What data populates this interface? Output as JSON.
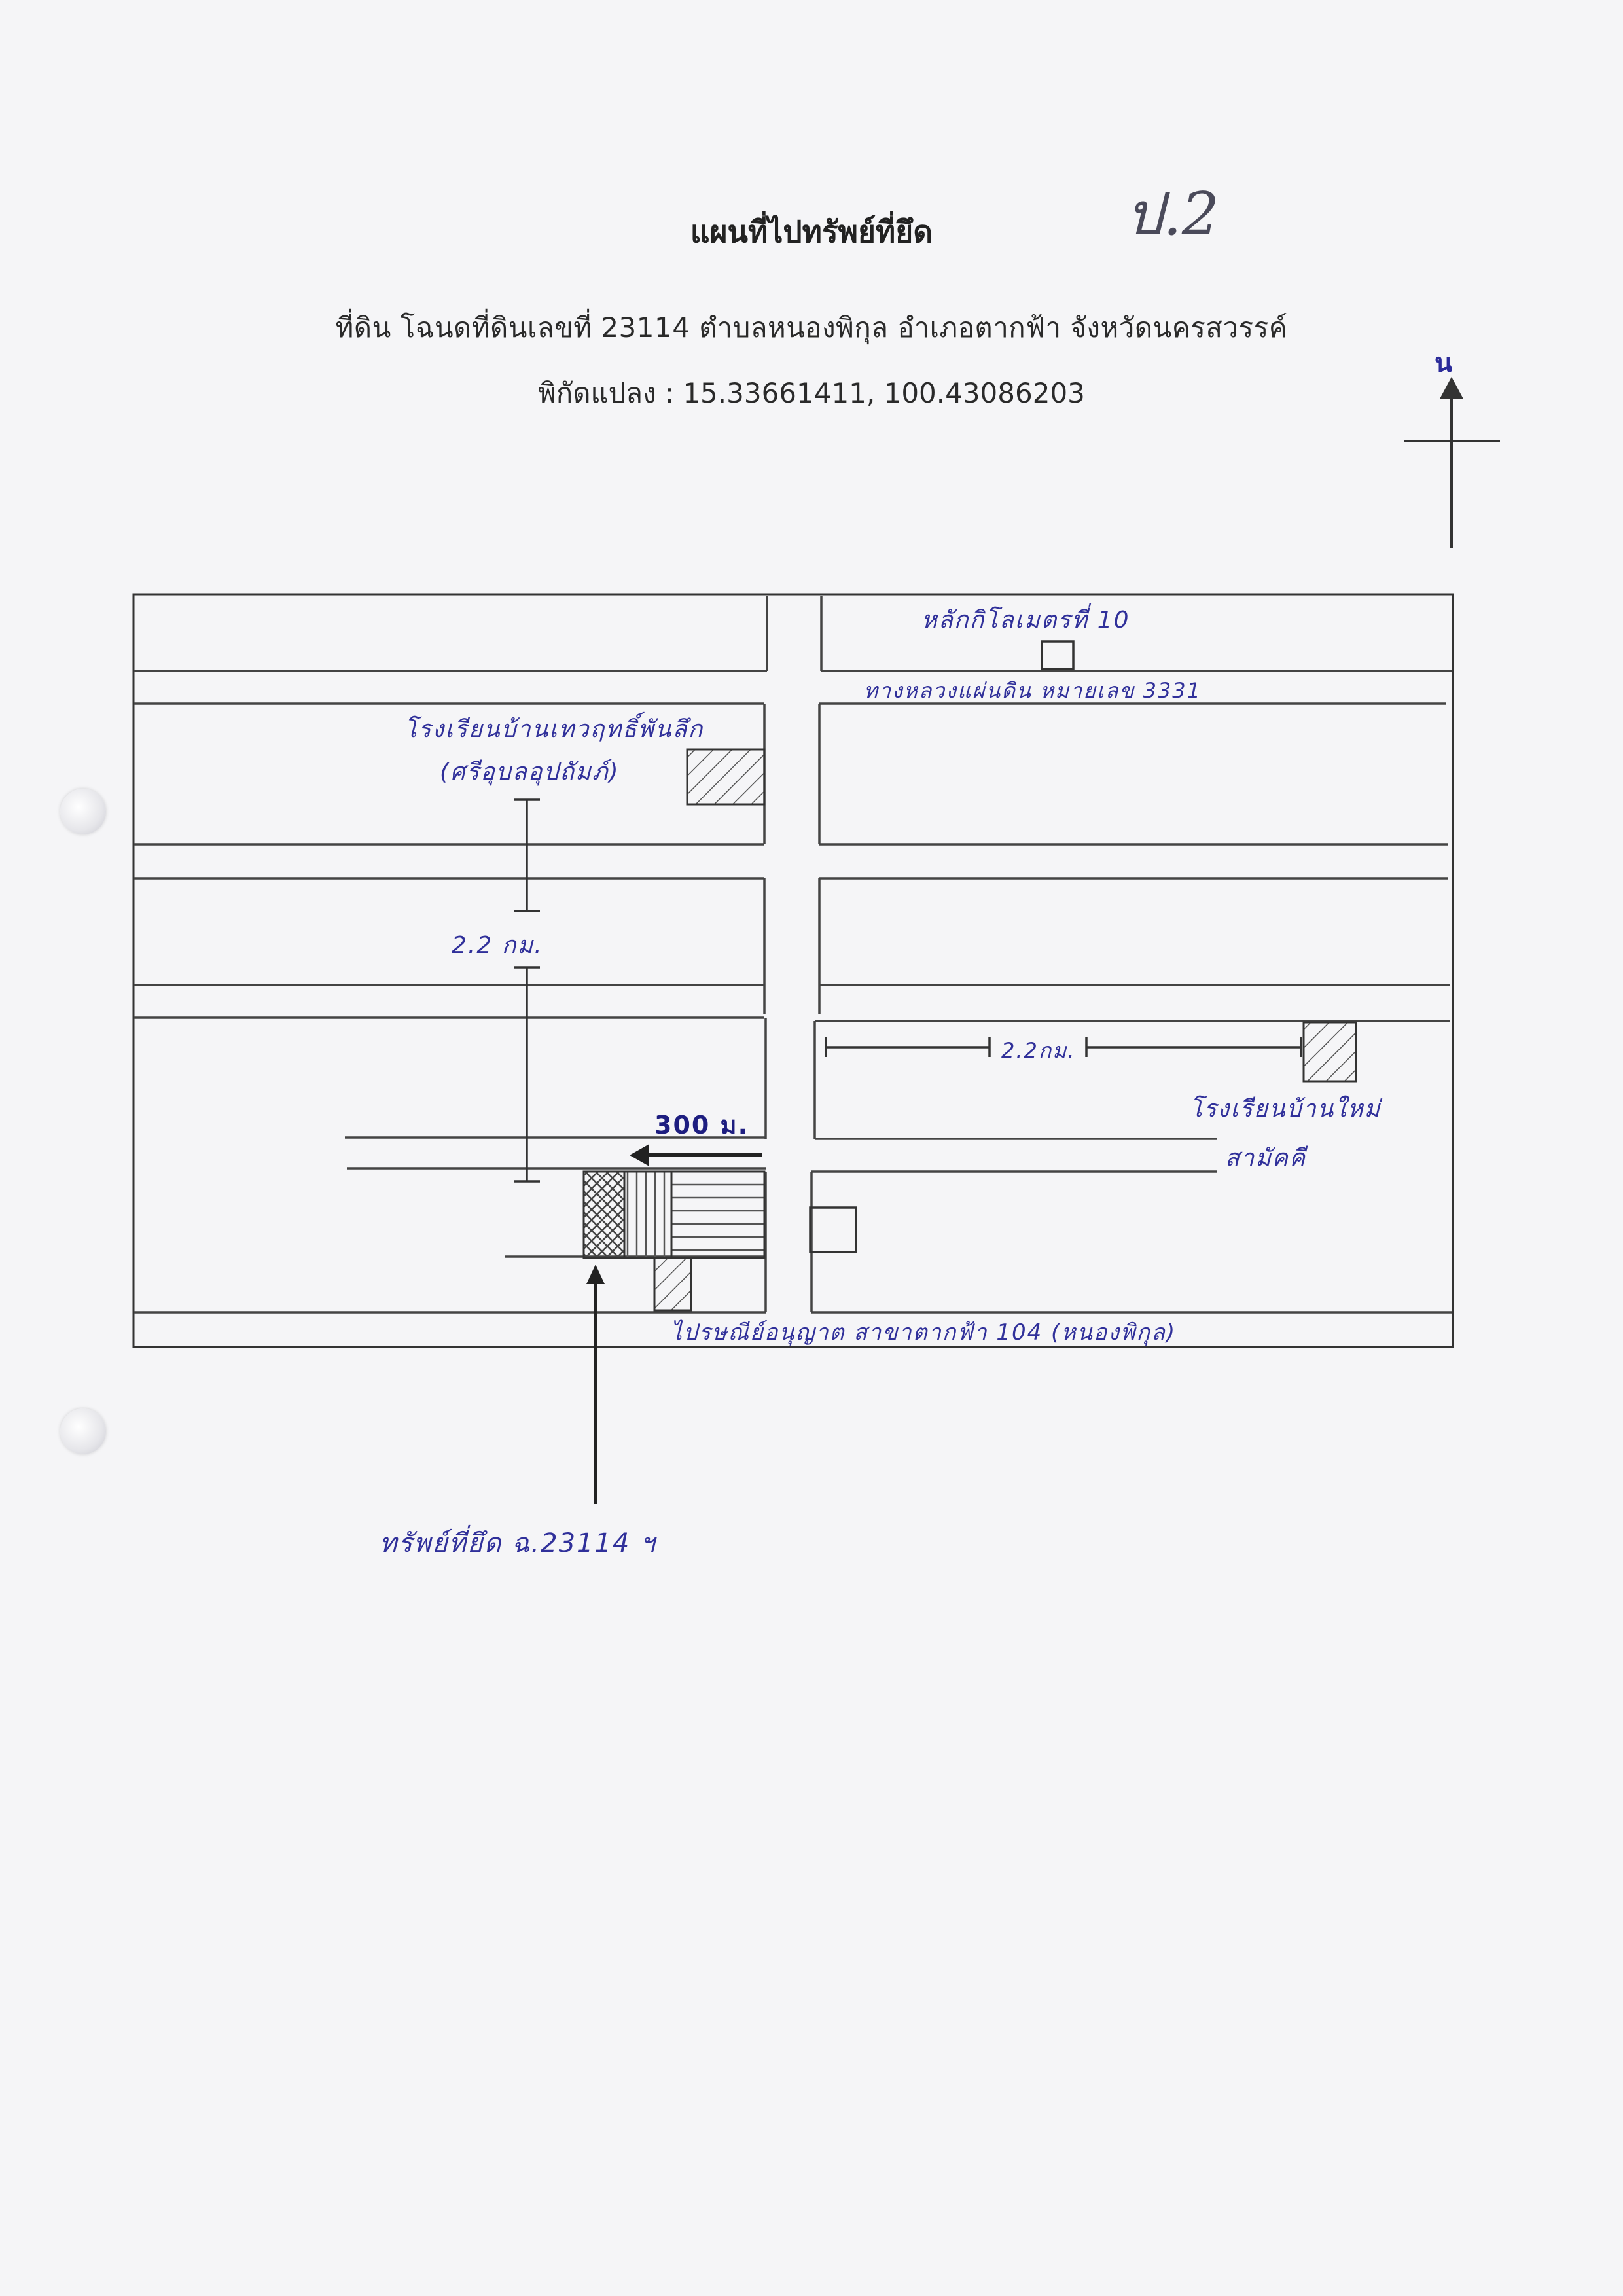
{
  "document": {
    "title": "แผนที่ไปทรัพย์ที่ยึด",
    "subtitle": "ที่ดิน โฉนดที่ดินเลขที่ 23114  ตำบลหนองพิกุล  อำเภอตากฟ้า  จังหวัดนครสวรรค์",
    "coordinates": "พิกัดแปลง : 15.33661411, 100.43086203",
    "corner_mark": "ป.2"
  },
  "compass": {
    "north_label": "น"
  },
  "map": {
    "km_post": "หลักกิโลเมตรที่ 10",
    "highway": "ทางหลวงแผ่นดิน หมายเลข 3331",
    "school_north_line1": "โรงเรียนบ้านเทวฤทธิ์พันลึก",
    "school_north_line2": "(ศรีอุบลอุปถัมภ์)",
    "distance_vertical": "2.2 กม.",
    "distance_horizontal": "2.2กม.",
    "school_east_line1": "โรงเรียนบ้านใหม่",
    "school_east_line2": "สามัคคี",
    "distance_300": "300 ม.",
    "post_office": "ไปรษณีย์อนุญาต สาขาตากฟ้า 104 (หนองพิกุล)",
    "seized_property": "ทรัพย์ที่ยึด ฉ.23114 ฯ"
  }
}
